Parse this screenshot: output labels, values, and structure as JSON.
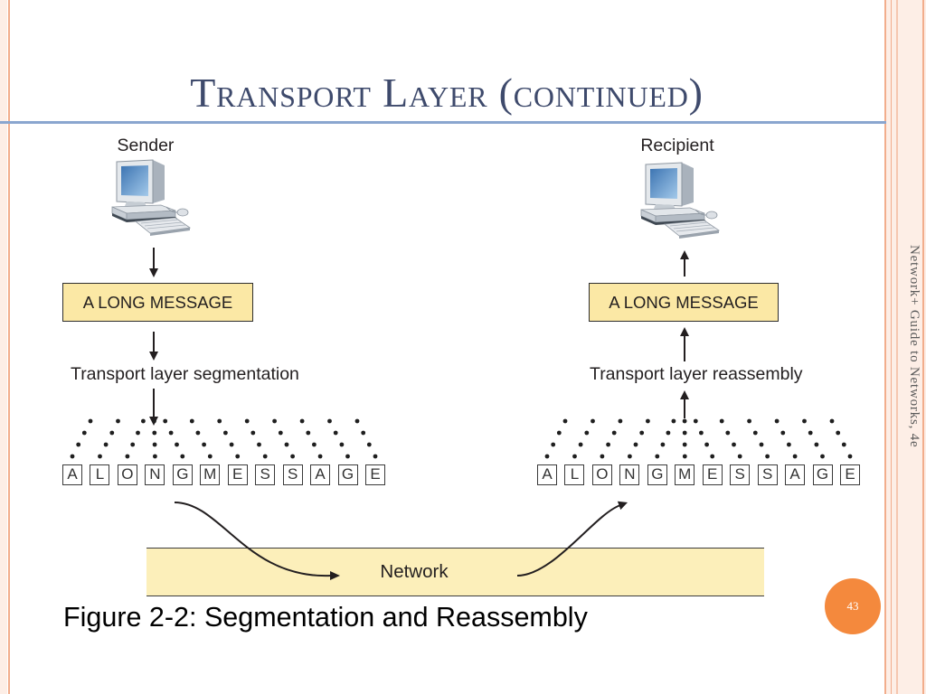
{
  "slide": {
    "title": "Transport Layer (continued)",
    "side_text": "Network+ Guide to Networks, 4e",
    "page_number": "43",
    "caption": "Figure 2-2: Segmentation and Reassembly"
  },
  "diagram": {
    "sender": {
      "label": "Sender",
      "icon": "computer-icon",
      "message": "A LONG MESSAGE",
      "process": "Transport layer segmentation",
      "segments": [
        "A",
        "L",
        "O",
        "N",
        "G",
        "M",
        "E",
        "S",
        "S",
        "A",
        "G",
        "E"
      ]
    },
    "network": {
      "label": "Network"
    },
    "recipient": {
      "label": "Recipient",
      "icon": "computer-icon",
      "message": "A LONG MESSAGE",
      "process": "Transport layer reassembly",
      "segments": [
        "A",
        "L",
        "O",
        "N",
        "G",
        "M",
        "E",
        "S",
        "S",
        "A",
        "G",
        "E"
      ]
    }
  },
  "colors": {
    "title": "#3e4a6c",
    "title_rule": "#8aa6cf",
    "page_number_badge": "#f4893d",
    "message_box_fill": "#fbe8a5",
    "network_band_fill": "#fcefba",
    "edge_stripe": "#f2ad8c",
    "edge_fill": "#fdeee6"
  }
}
